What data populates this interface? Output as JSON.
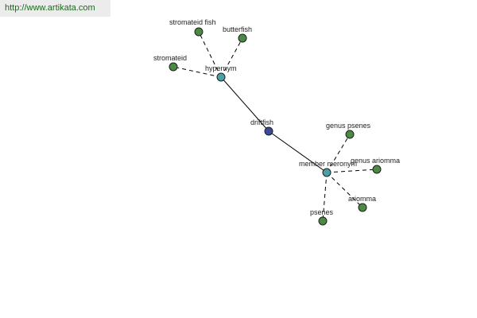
{
  "watermark": {
    "url": "http://www.artikata.com"
  },
  "colors": {
    "leaf_node": "#4a8a44",
    "relation_node": "#4aa0a6",
    "center_node": "#3a4a9a",
    "url_text": "#1a6a1a"
  },
  "graph": {
    "center": {
      "label": "driftfish"
    },
    "relations": [
      {
        "label": "hypernym",
        "children": [
          {
            "label": "stromateid fish"
          },
          {
            "label": "butterfish"
          },
          {
            "label": "stromateid"
          }
        ]
      },
      {
        "label": "member meronym",
        "children": [
          {
            "label": "genus psenes"
          },
          {
            "label": "genus ariomma"
          },
          {
            "label": "ariomma"
          },
          {
            "label": "psenes"
          }
        ]
      }
    ]
  }
}
